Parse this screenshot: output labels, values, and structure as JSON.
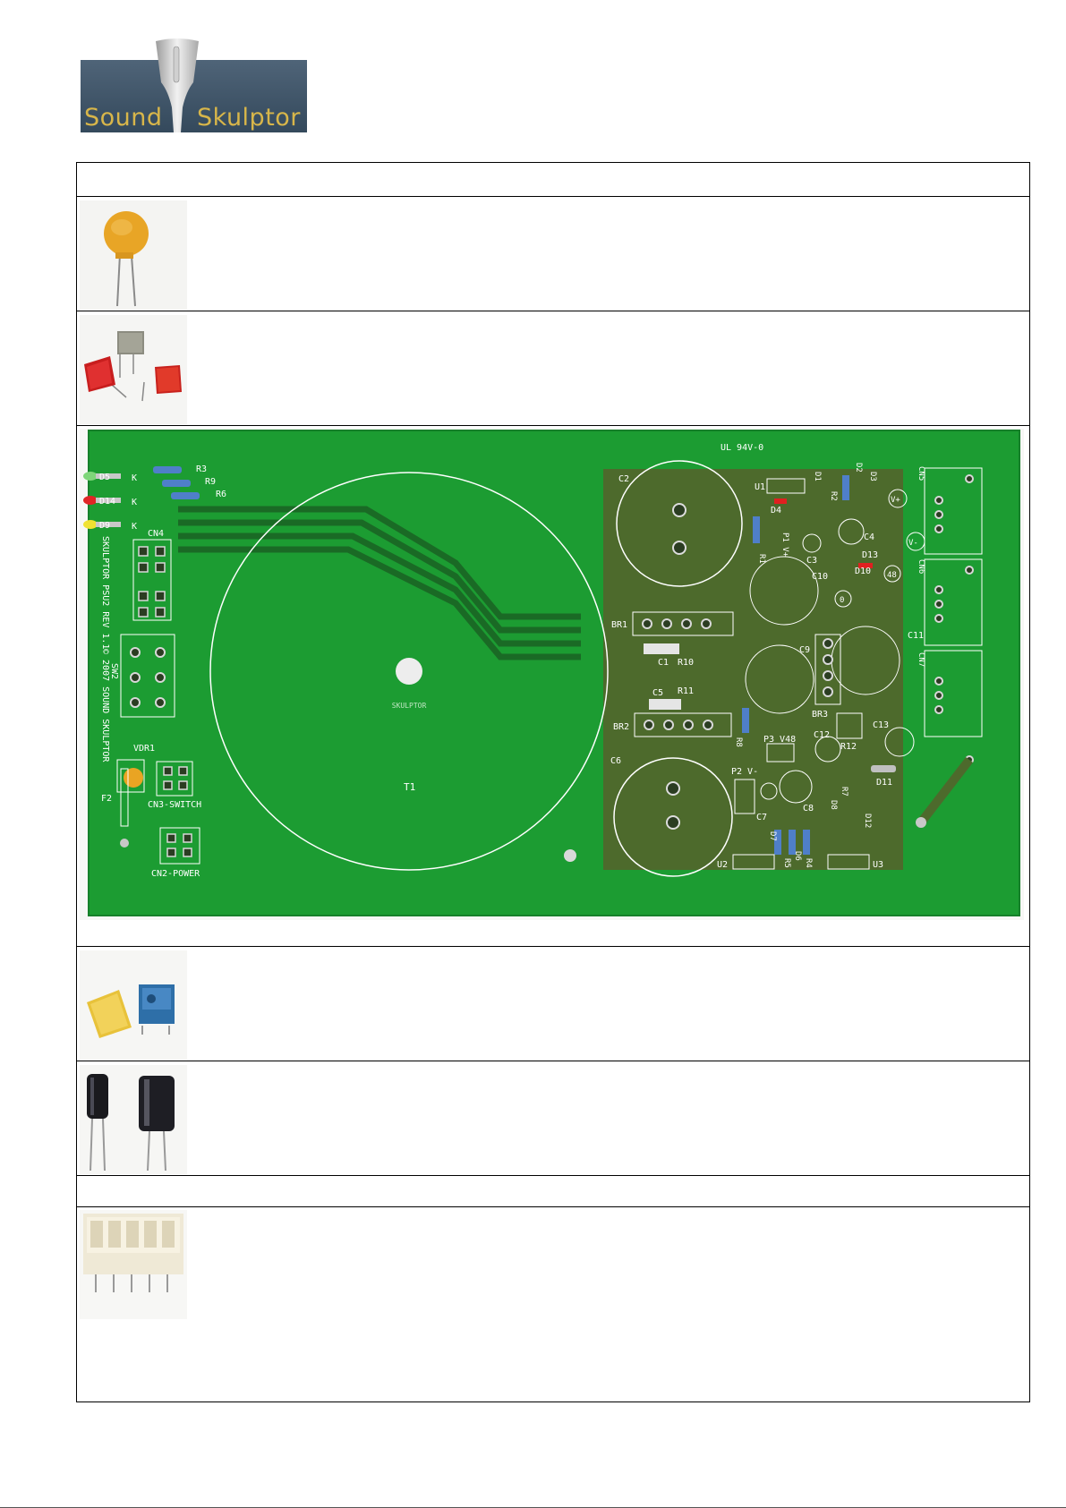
{
  "logo": {
    "word_left": "Sound",
    "word_right": "Skulptor",
    "accent_color": "#d8b64a",
    "band_color": "#3f5468"
  },
  "pcb": {
    "silkscreen": {
      "ul": "UL 94V-0",
      "board_name": "SKULPTOR PSU2 REV 1.1",
      "copyright": "© 2007 SOUND SKULPTOR",
      "transformer_brand": "SKULPTOR",
      "cn2": "CN2-POWER",
      "cn3": "CN3-SWITCH",
      "cn4": "CN4",
      "sw2": "SW2",
      "f2": "F2",
      "vdr1": "VDR1",
      "t1": "T1",
      "c1": "C1",
      "c2": "C2",
      "c3": "C3",
      "c4": "C4",
      "c5": "C5",
      "c6": "C6",
      "c7": "C7",
      "c8": "C8",
      "c9": "C9",
      "c10": "C10",
      "c11": "C11",
      "c12": "C12",
      "c13": "C13",
      "br1": "BR1",
      "br2": "BR2",
      "br3": "BR3",
      "r1": "R1",
      "r2": "R2",
      "r3": "R3",
      "r4": "R4",
      "r5": "R5",
      "r6": "R6",
      "r7": "R7",
      "r8": "R8",
      "r9": "R9",
      "r10": "R10",
      "r11": "R11",
      "r12": "R12",
      "u1": "U1",
      "u2": "U2",
      "u3": "U3",
      "d1": "D1",
      "d2": "D2",
      "d3": "D3",
      "d4": "D4",
      "d5": "D5",
      "d6": "D6",
      "d7": "D7",
      "d8": "D8",
      "d9": "D9",
      "d10": "D10",
      "d11": "D11",
      "d12": "D12",
      "d13": "D13",
      "d14": "D14",
      "p1": "P1 V+",
      "p2": "P2 V-",
      "p3": "P3 V48",
      "cn5": "CN5",
      "cn6": "CN6",
      "cn7": "CN7",
      "vplus": "V+",
      "vminus": "V-",
      "zero": "0",
      "v48": "48",
      "k": "K"
    }
  },
  "colors": {
    "pcb_green": "#1c9c32",
    "pcb_dark": "#4d6a2c",
    "table_border": "#000000"
  }
}
